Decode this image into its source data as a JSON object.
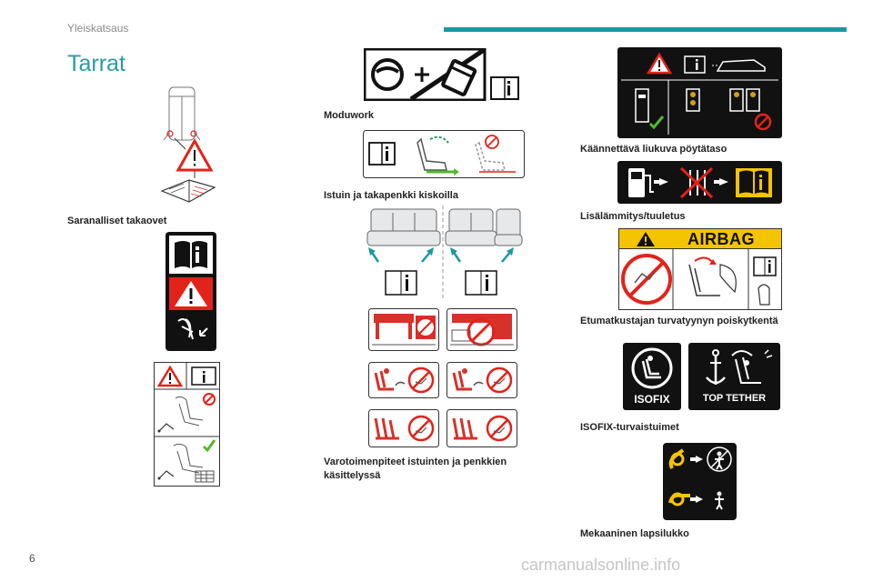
{
  "header": {
    "section": "Yleiskatsaus"
  },
  "page": {
    "title": "Tarrat",
    "number": "6"
  },
  "captions": {
    "rear_doors": "Saranalliset takaovet",
    "moduwork": "Moduwork",
    "seat_rails": "Istuin ja takapenkki kiskoilla",
    "seat_precautions": "Varotoimenpiteet istuinten ja penkkien käsittelyssä",
    "table": "Käännettävä liukuva pöytätaso",
    "heater": "Lisälämmitys/tuuletus",
    "airbag": "Etumatkustajan turvatyynyn poiskytkentä",
    "isofix": "ISOFIX-turvaistuimet",
    "child_lock": "Mekaaninen lapsilukko"
  },
  "labels": {
    "airbag_word": "AIRBAG",
    "isofix_word": "ISOFIX",
    "top_tether_word": "TOP TETHER"
  },
  "watermark": "carmanualsonline.info",
  "colors": {
    "accent": "#1a98a4",
    "warning_yellow": "#f5c400",
    "prohibit_red": "#e2231a",
    "ok_green": "#55b82e",
    "label_red": "#d6322a",
    "label_black": "#111111"
  }
}
